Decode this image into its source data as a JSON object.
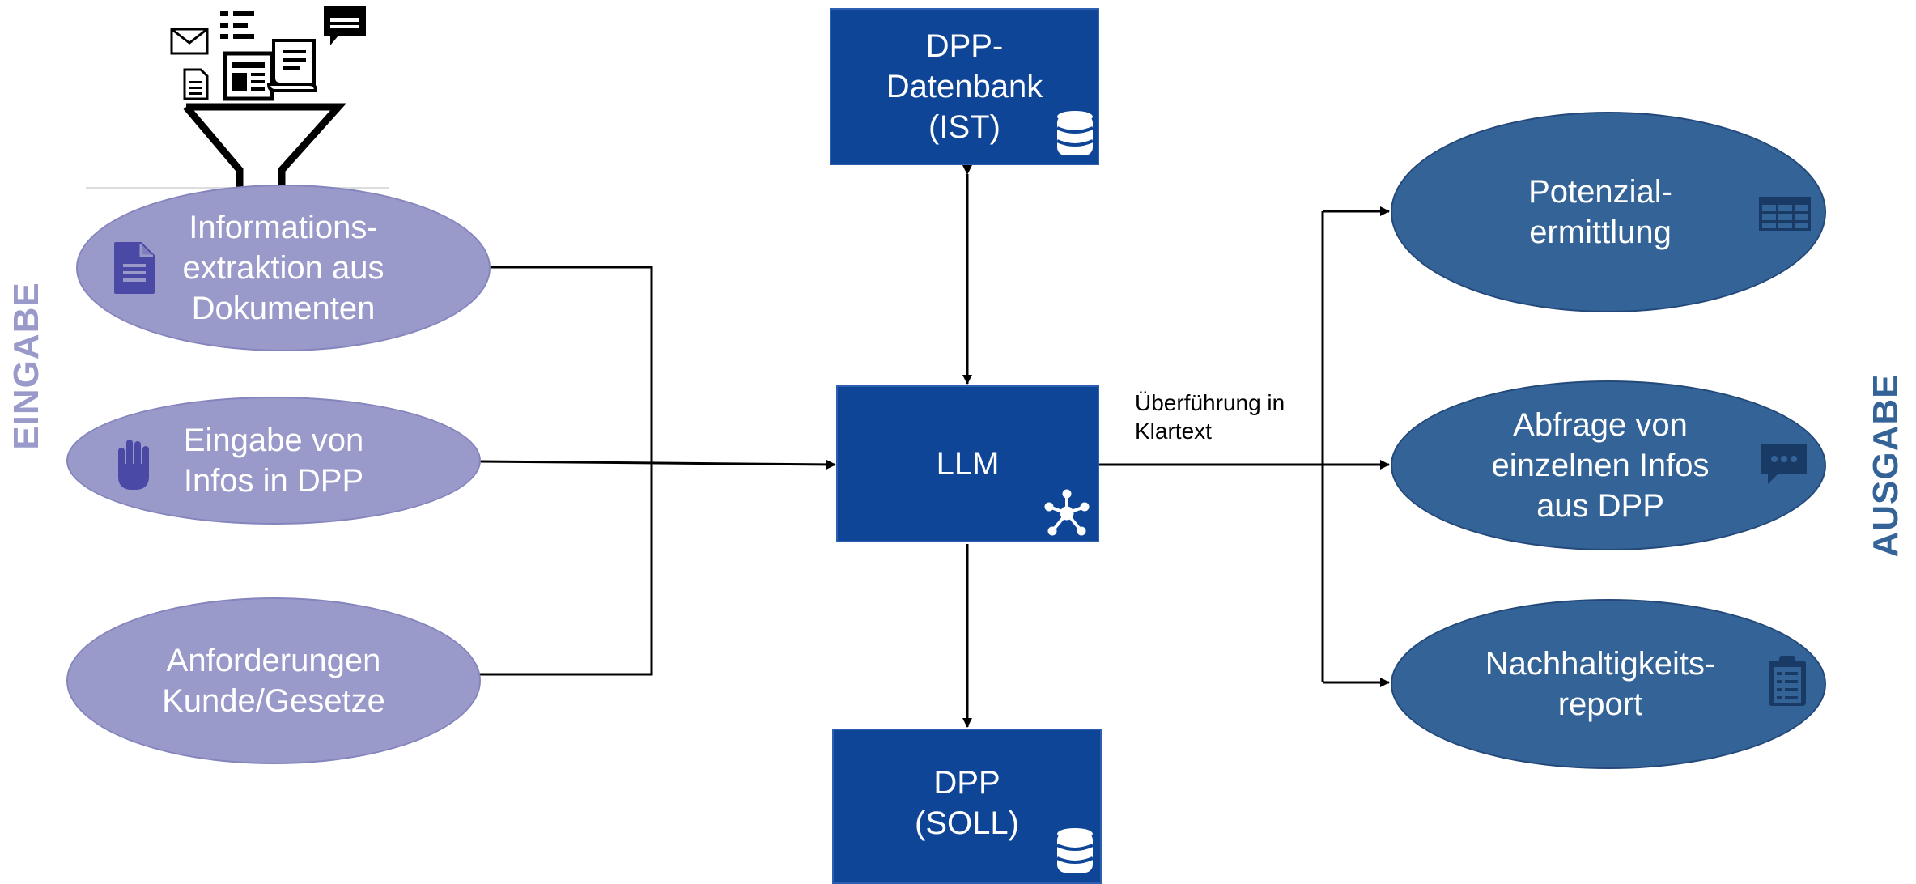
{
  "side_labels": {
    "input": "EINGABE",
    "output": "AUSGABE"
  },
  "inputs": [
    {
      "label": "Informations-\nextraktion aus\nDokumenten",
      "icon": "document-icon"
    },
    {
      "label": "Eingabe von\nInfos in DPP",
      "icon": "hand-icon"
    },
    {
      "label": "Anforderungen\nKunde/Gesetze"
    }
  ],
  "nodes": {
    "db_ist": {
      "label": "DPP-\nDatenbank\n(IST)",
      "icon": "database-icon"
    },
    "llm": {
      "label": "LLM",
      "icon": "network-icon"
    },
    "db_soll": {
      "label": "DPP\n(SOLL)",
      "icon": "database-icon"
    }
  },
  "transfer_note": "Überführung in\nKlartext",
  "outputs": [
    {
      "label": "Potenzial-\nermittlung",
      "icon": "table-icon"
    },
    {
      "label": "Abfrage von\neinzelnen Infos\naus DPP",
      "icon": "chat-icon"
    },
    {
      "label": "Nachhaltigkeits-\nreport",
      "icon": "clipboard-icon"
    }
  ],
  "colors": {
    "input_fill": "#9a9aca",
    "input_label": "#9a9aca",
    "output_fill": "#346398",
    "output_label": "#346398",
    "box_fill": "#0f4596"
  },
  "decoration": "funnel-with-documents"
}
